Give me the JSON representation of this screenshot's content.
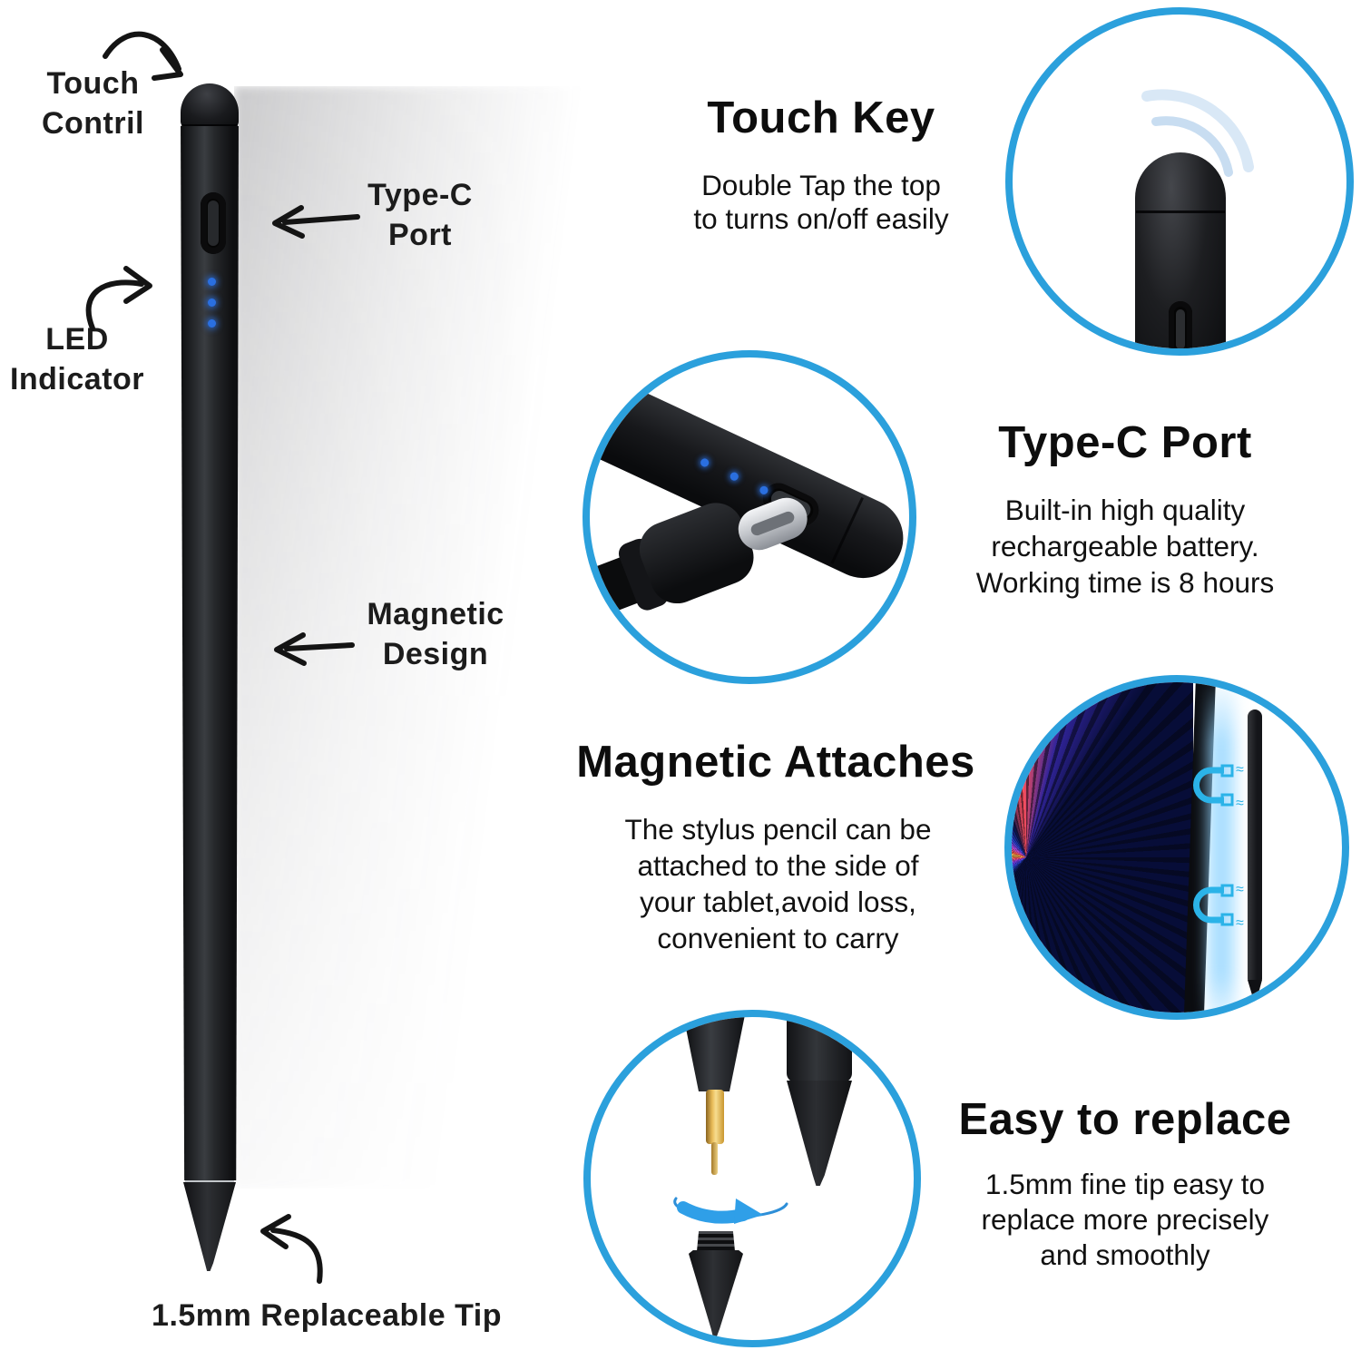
{
  "colors": {
    "accent_ring_blue": "#2ba0dc",
    "led_blue": "#2a6fe0",
    "magnet_blue": "#2bb3e8",
    "text": "#111111",
    "background": "#ffffff"
  },
  "left_diagram": {
    "touch_control": [
      "Touch",
      "Contril"
    ],
    "type_c": [
      "Type-C",
      "Port"
    ],
    "led": [
      "LED",
      "Indicator"
    ],
    "magnetic": [
      "Magnetic",
      "Design"
    ],
    "tip_label": "1.5mm Replaceable Tip"
  },
  "sections": {
    "touch_key": {
      "title": "Touch Key",
      "lines": [
        "Double Tap the top",
        "to turns on/off easily"
      ]
    },
    "type_c_port": {
      "title": "Type-C Port",
      "lines": [
        "Built-in high quality",
        "rechargeable battery.",
        "Working time is 8 hours"
      ]
    },
    "magnetic_attaches": {
      "title": "Magnetic Attaches",
      "lines": [
        "The stylus pencil can be",
        "attached to the side of",
        "your tablet,avoid loss,",
        "convenient to carry"
      ]
    },
    "easy_replace": {
      "title": "Easy to replace",
      "lines": [
        "1.5mm fine tip easy to",
        "replace more precisely",
        "and smoothly"
      ]
    }
  },
  "icons": {
    "magnet_wave": "≈"
  }
}
